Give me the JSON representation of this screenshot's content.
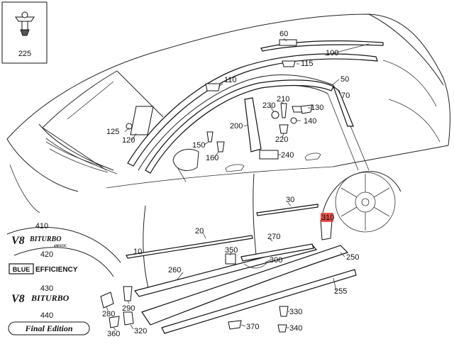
{
  "inset": {
    "part_number": "225"
  },
  "callouts": [
    {
      "id": "c60",
      "label": "60"
    },
    {
      "id": "c100",
      "label": "100"
    },
    {
      "id": "c115",
      "label": "115"
    },
    {
      "id": "c110",
      "label": "110"
    },
    {
      "id": "c50",
      "label": "50"
    },
    {
      "id": "c70",
      "label": "70"
    },
    {
      "id": "c210",
      "label": "210"
    },
    {
      "id": "c230",
      "label": "230"
    },
    {
      "id": "c130",
      "label": "130"
    },
    {
      "id": "c140",
      "label": "140"
    },
    {
      "id": "c125",
      "label": "125"
    },
    {
      "id": "c120",
      "label": "120"
    },
    {
      "id": "c200",
      "label": "200"
    },
    {
      "id": "c220",
      "label": "220"
    },
    {
      "id": "c150",
      "label": "150"
    },
    {
      "id": "c160",
      "label": "160"
    },
    {
      "id": "c240",
      "label": "240"
    },
    {
      "id": "c30",
      "label": "30"
    },
    {
      "id": "c310",
      "label": "310"
    },
    {
      "id": "c20",
      "label": "20"
    },
    {
      "id": "c270",
      "label": "270"
    },
    {
      "id": "c10",
      "label": "10"
    },
    {
      "id": "c350",
      "label": "350"
    },
    {
      "id": "c250",
      "label": "250"
    },
    {
      "id": "c300",
      "label": "300"
    },
    {
      "id": "c260",
      "label": "260"
    },
    {
      "id": "c255",
      "label": "255"
    },
    {
      "id": "c280",
      "label": "280"
    },
    {
      "id": "c290",
      "label": "290"
    },
    {
      "id": "c330",
      "label": "330"
    },
    {
      "id": "c360",
      "label": "360"
    },
    {
      "id": "c320",
      "label": "320"
    },
    {
      "id": "c370",
      "label": "370"
    },
    {
      "id": "c340",
      "label": "340"
    }
  ],
  "badges": [
    {
      "number": "410",
      "text_prefix": "V8",
      "text_main": "BITURBO",
      "text_sub": "4MATIC"
    },
    {
      "number": "420",
      "text_box": "BLUE",
      "text_main": "EFFICIENCY"
    },
    {
      "number": "430",
      "text_prefix": "V8",
      "text_main": "BITURBO"
    },
    {
      "number": "440",
      "text_main": "Final Edition"
    }
  ],
  "highlight_color": "#e8342a"
}
